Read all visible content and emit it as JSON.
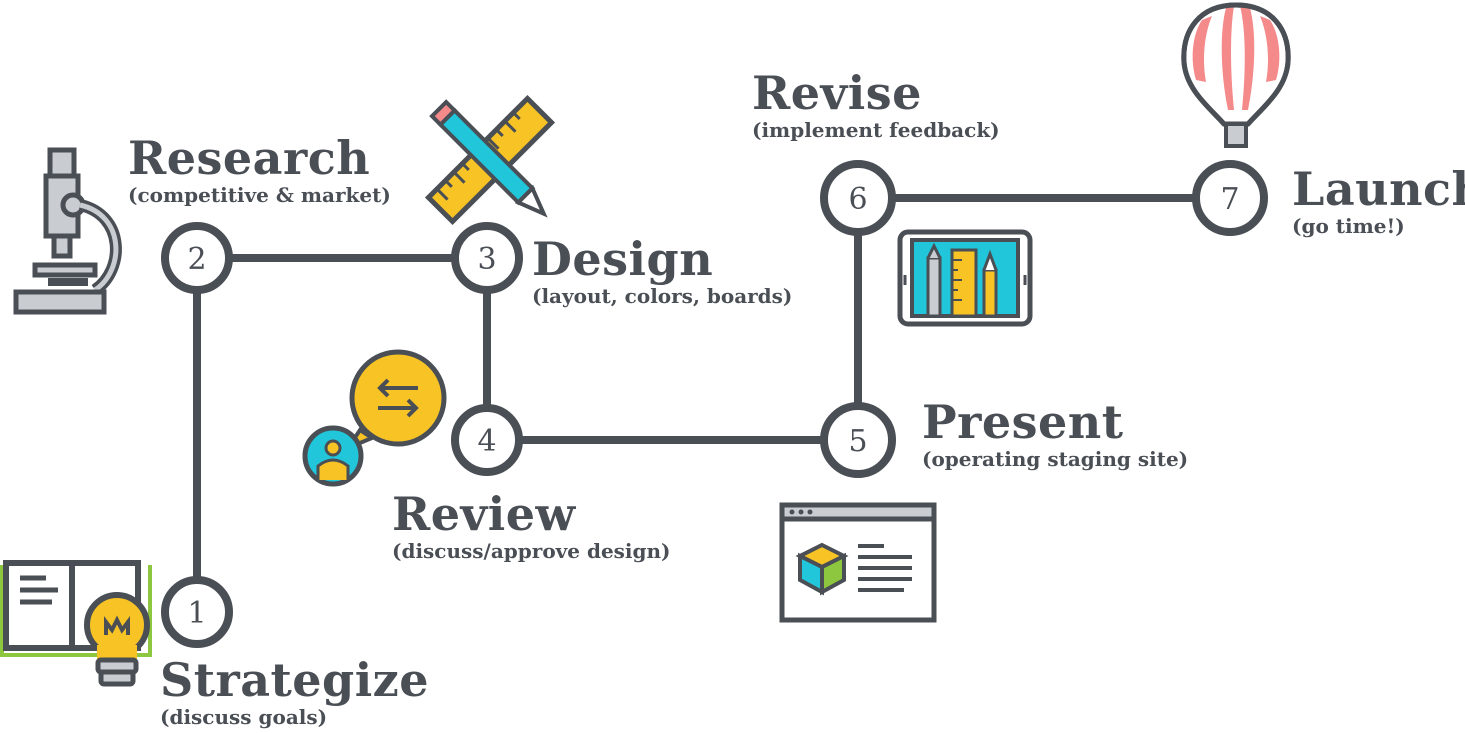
{
  "steps": [
    {
      "num": "1",
      "title": "Strategize",
      "subtitle": "(discuss goals)"
    },
    {
      "num": "2",
      "title": "Research",
      "subtitle": "(competitive & market)"
    },
    {
      "num": "3",
      "title": "Design",
      "subtitle": "(layout, colors, boards)"
    },
    {
      "num": "4",
      "title": "Review",
      "subtitle": "(discuss/approve design)"
    },
    {
      "num": "5",
      "title": "Present",
      "subtitle": "(operating staging site)"
    },
    {
      "num": "6",
      "title": "Revise",
      "subtitle": "(implement feedback)"
    },
    {
      "num": "7",
      "title": "Launch",
      "subtitle": "(go time!)"
    }
  ],
  "colors": {
    "line": "#4a4e55",
    "yellow": "#f7c325",
    "teal": "#21c6da",
    "salmon": "#f58a8a",
    "green": "#8dc63f",
    "light_gray": "#c9cdd1"
  },
  "icons": [
    "book-lightbulb-icon",
    "microscope-icon",
    "ruler-pencil-icon",
    "chat-user-icon",
    "browser-cube-icon",
    "tablet-tools-icon",
    "hot-air-balloon-icon"
  ]
}
